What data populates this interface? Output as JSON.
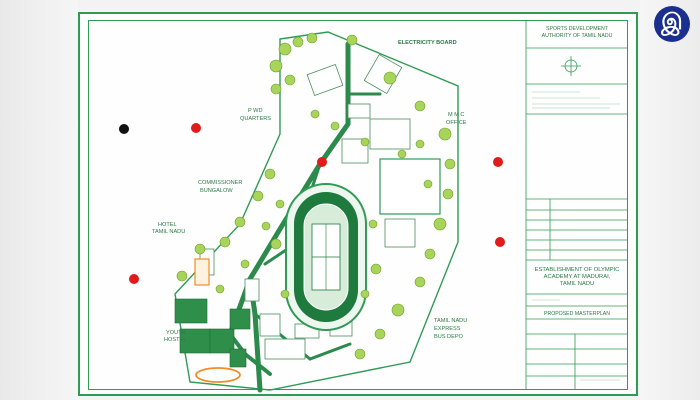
{
  "title_block": {
    "authority": [
      "SPORTS DEVELOPMENT",
      "AUTHORITY OF TAMIL NADU"
    ],
    "project": [
      "ESTABLISHMENT OF OLYMPIC",
      "ACADEMY AT MADURAI,",
      "TAMIL NADU"
    ],
    "drawing_title": "PROPOSED MASTERPLAN"
  },
  "map_labels": {
    "electricity_board": "ELECTRICITY BOARD",
    "pwd_quarters": [
      "P WD",
      "QUARTERS"
    ],
    "mmc_office": [
      "M M C",
      "OFFICE"
    ],
    "commissioner_bungalow": [
      "COMMISSIONER",
      "BUNGALOW"
    ],
    "hotel_tamil_nadu": [
      "HOTEL",
      "TAMIL NADU"
    ],
    "youth_hostel": [
      "YOUTH",
      "HOSTEL"
    ],
    "tamil_nadu_express_bus_depo": [
      "TAMIL NADU",
      "EXPRESS",
      "BUS DEPO"
    ]
  },
  "logo": {
    "glyph": "இ"
  },
  "colors": {
    "green": "#2f9b55",
    "dark_green": "#1f7a3e",
    "tree": "#9ccf4a",
    "red_dot": "#e01b1b",
    "orange": "#f28c28"
  }
}
